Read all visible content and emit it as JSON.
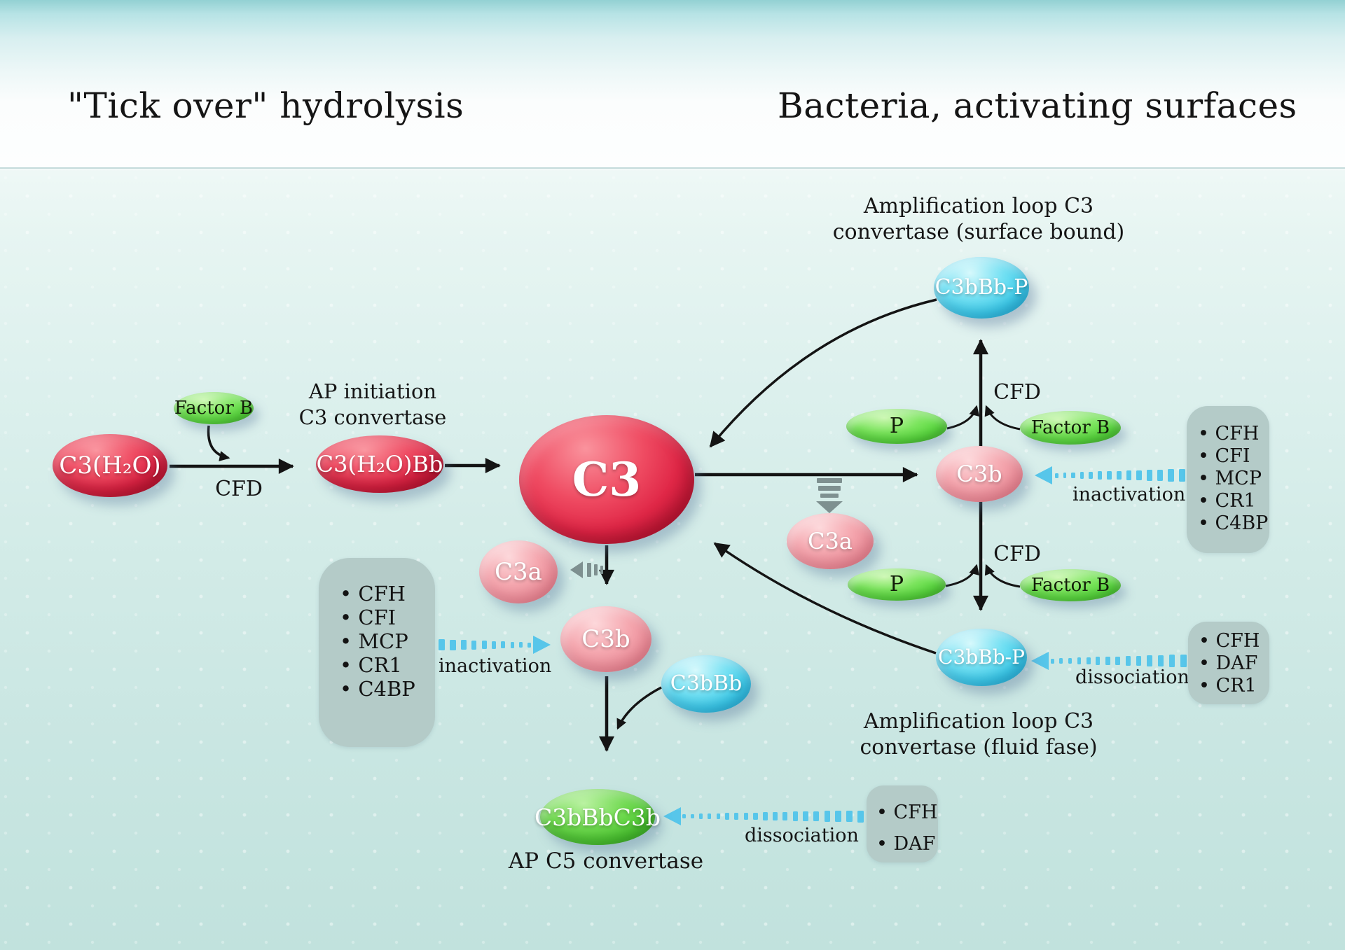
{
  "header": {
    "title_left": "\"Tick over\" hydrolysis",
    "title_right": "Bacteria, activating surfaces"
  },
  "nodes": {
    "c3h2o": {
      "label": "C3(H₂O)",
      "color": "red"
    },
    "factor_b_left": {
      "label": "Factor B",
      "color": "green"
    },
    "c3h2obb": {
      "label": "C3(H₂O)Bb",
      "color": "red"
    },
    "c3_big": {
      "label": "C3",
      "color": "red"
    },
    "c3a_left": {
      "label": "C3a",
      "color": "pink"
    },
    "c3b_left": {
      "label": "C3b",
      "color": "pink"
    },
    "c3bbb": {
      "label": "C3bBb",
      "color": "cyan"
    },
    "c3bbbc3b": {
      "label": "C3bBbC3b",
      "color": "bright-green"
    },
    "p_top": {
      "label": "P",
      "color": "green"
    },
    "factor_b_top": {
      "label": "Factor B",
      "color": "green"
    },
    "c3b_right": {
      "label": "C3b",
      "color": "pink"
    },
    "c3a_right": {
      "label": "C3a",
      "color": "pink"
    },
    "p_bottom": {
      "label": "P",
      "color": "green"
    },
    "factor_b_bottom": {
      "label": "Factor B",
      "color": "green"
    },
    "c3bbbp_surface": {
      "label": "C3bBb-P",
      "color": "cyan"
    },
    "c3bbbp_fluid": {
      "label": "C3bBb-P",
      "color": "cyan"
    }
  },
  "labels": {
    "ap_initiation_line1": "AP initiation",
    "ap_initiation_line2": "C3 convertase",
    "cfd_left": "CFD",
    "cfd_top_right": "CFD",
    "cfd_bottom_right": "CFD",
    "amp_surface_line1": "Amplification loop C3",
    "amp_surface_line2": "convertase (surface bound)",
    "amp_fluid_line1": "Amplification loop C3",
    "amp_fluid_line2": "convertase (fluid fase)",
    "inactivation_left": "inactivation",
    "inactivation_right": "inactivation",
    "dissociation_right": "dissociation",
    "dissociation_bottom": "dissociation",
    "ap_c5": "AP C5 convertase"
  },
  "boxes": {
    "regulators_left": {
      "items": [
        "CFH",
        "CFI",
        "MCP",
        "CR1",
        "C4BP"
      ]
    },
    "regulators_right_top": {
      "items": [
        "CFH",
        "CFI",
        "MCP",
        "CR1",
        "C4BP"
      ]
    },
    "regulators_right_mid": {
      "items": [
        "CFH",
        "DAF",
        "CR1"
      ]
    },
    "regulators_bottom": {
      "items": [
        "CFH",
        "DAF"
      ]
    }
  },
  "colors": {
    "red": "#e02747",
    "pink": "#f29aa2",
    "cyan": "#45d0ec",
    "green": "#5edc43",
    "bright_green": "#52cb36",
    "box_gray": "#b4cbc8",
    "blue_dash": "#57c6ea",
    "gray_dash": "#7e9090",
    "arrow_black": "#141414",
    "background_top": "#93d1d3",
    "background_bottom": "#c1e2dd"
  }
}
